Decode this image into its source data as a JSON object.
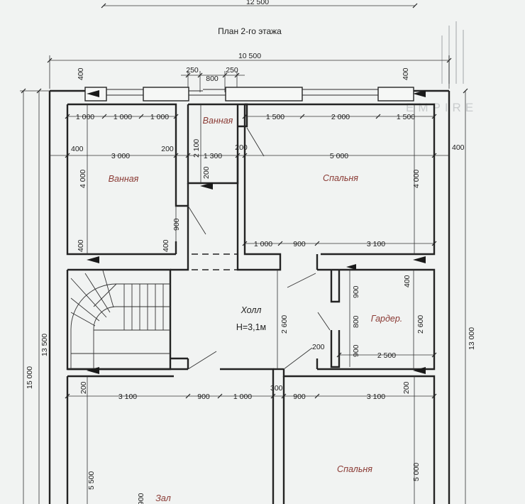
{
  "plan": {
    "title": "План 2-го этажа",
    "top_dimension": "12 500",
    "watermark": "EMPIRE",
    "overall_width": "10 500",
    "overall_depth_right": "13 000",
    "overall_depth_left_outer": "15 000",
    "overall_depth_left_inner": "13 500",
    "hall_height": "H=3,1м"
  },
  "rooms": [
    {
      "id": "bath-left",
      "label": "Ванная"
    },
    {
      "id": "bath-small",
      "label": "Ванная"
    },
    {
      "id": "bedroom-top",
      "label": "Спальня"
    },
    {
      "id": "hall",
      "label": "Холл"
    },
    {
      "id": "wardrobe",
      "label": "Гардер."
    },
    {
      "id": "bedroom-bottom",
      "label": "Спальня"
    },
    {
      "id": "living",
      "label": "Зал"
    }
  ],
  "dimensions": {
    "top_250_a": "250",
    "top_800": "800",
    "top_250_b": "250",
    "wall_400_tl": "400",
    "wall_400_tr": "400",
    "row1_a": "1 000",
    "row1_b": "1 000",
    "row1_c": "1 000",
    "row1_d": "1 500",
    "row1_e": "2 000",
    "row1_f": "1 500",
    "v_2100": "2 100",
    "row2_400": "400",
    "row2_3000": "3 000",
    "row2_200a": "200",
    "row2_1300": "1 300",
    "row2_200b": "200",
    "row2_5000": "5 000",
    "row2_400r": "400",
    "v_200_small": "200",
    "v_4000_left": "4 000",
    "v_4000_right": "4 000",
    "v_900_left": "900",
    "v_400_left": "400",
    "v_400_mid": "400",
    "row3_1000": "1 000",
    "row3_900": "900",
    "row3_3100": "3 100",
    "v_400_right": "400",
    "v_2600_hall": "2 600",
    "v_900_w1": "900",
    "v_800_w": "800",
    "v_900_w2": "900",
    "v_2600_right": "2 600",
    "h_2500": "2 500",
    "h_200_hall": "200",
    "v_200_bl": "200",
    "v_300": "300",
    "v_200_br": "200",
    "row4_3100a": "3 100",
    "row4_900a": "900",
    "row4_1000": "1 000",
    "row4_900b": "900",
    "row4_3100b": "3 100",
    "v_5500": "5 500",
    "v_5000": "5 000",
    "v_partial": "900"
  }
}
